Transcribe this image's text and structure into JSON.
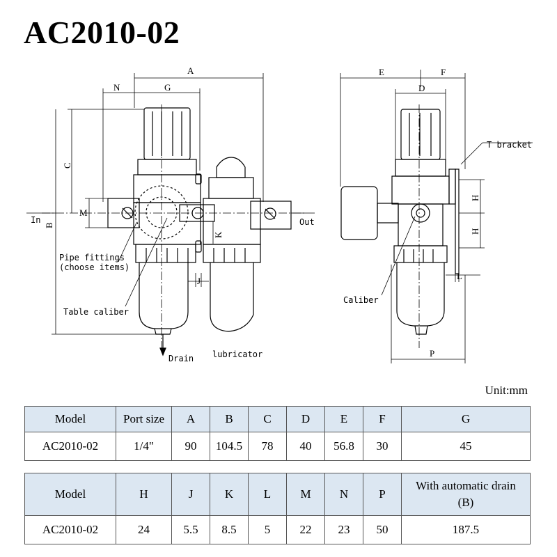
{
  "title": "AC2010-02",
  "unit_label": "Unit:mm",
  "labels": {
    "in": "In",
    "out": "Out",
    "drain": "Drain",
    "lubricator": "lubricator",
    "pipe_fittings_1": "Pipe fittings",
    "pipe_fittings_2": "(choose items)",
    "table_caliber": "Table caliber",
    "caliber": "Caliber",
    "t_bracket": "T bracket"
  },
  "dims": {
    "A": "A",
    "B": "B",
    "C": "C",
    "D": "D",
    "E": "E",
    "F": "F",
    "G": "G",
    "H": "H",
    "J": "J",
    "K": "K",
    "L": "L",
    "M": "M",
    "N": "N",
    "P": "P"
  },
  "table1": {
    "headers": [
      "Model",
      "Port size",
      "A",
      "B",
      "C",
      "D",
      "E",
      "F",
      "G"
    ],
    "row": [
      "AC2010-02",
      "1/4\"",
      "90",
      "104.5",
      "78",
      "40",
      "56.8",
      "30",
      "45"
    ]
  },
  "table2": {
    "headers": [
      "Model",
      "H",
      "J",
      "K",
      "L",
      "M",
      "N",
      "P",
      "With automatic drain",
      "(B)"
    ],
    "row": [
      "AC2010-02",
      "24",
      "5.5",
      "8.5",
      "5",
      "22",
      "23",
      "50",
      "187.5"
    ]
  }
}
